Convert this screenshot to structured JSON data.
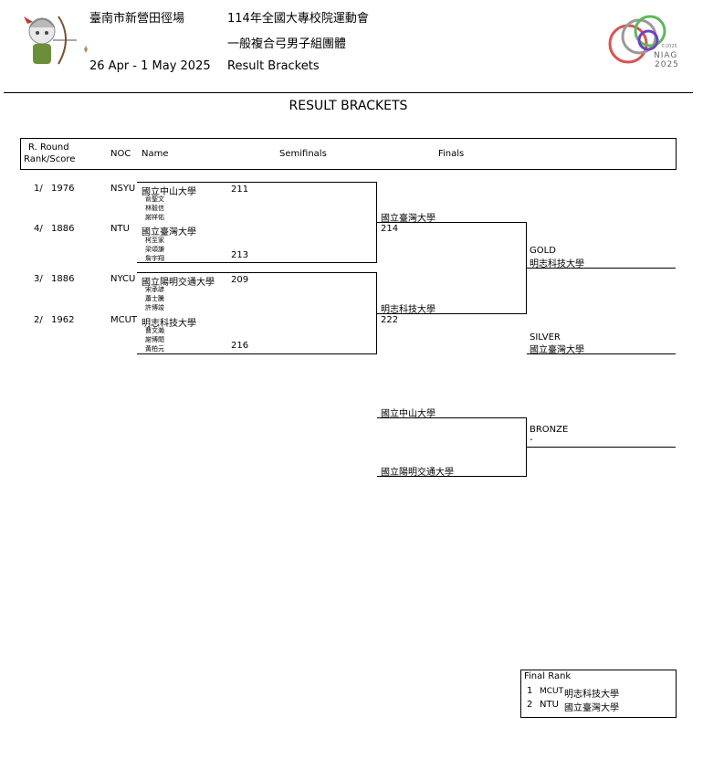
{
  "header": {
    "venue": "臺南市新營田徑場",
    "dates": "26 Apr - 1 May 2025",
    "event_title": "114年全國大專校院運動會",
    "event_sub": "一般複合弓男子組團體",
    "doc_type": "Result Brackets",
    "logo_small_text": "©2025",
    "logo_text": "NIAG",
    "logo_year": "2025"
  },
  "page_title": "RESULT BRACKETS",
  "columns": {
    "rank_line1": "R. Round",
    "rank_line2": "Rank/Score",
    "noc": "NOC",
    "name": "Name",
    "semis": "Semifinals",
    "finals": "Finals"
  },
  "seeds": [
    {
      "rank": "1/",
      "score": "1976",
      "noc": "NSYU",
      "team": "國立中山大學",
      "members": [
        "俞聖文",
        "林毅信",
        "謝祥佑"
      ],
      "semi_score": "211"
    },
    {
      "rank": "4/",
      "score": "1886",
      "noc": "NTU",
      "team": "國立臺灣大學",
      "members": [
        "柯至家",
        "梁頌謙",
        "詹宇翔"
      ],
      "semi_score": "213"
    },
    {
      "rank": "3/",
      "score": "1886",
      "noc": "NYCU",
      "team": "國立陽明交通大學",
      "members": [
        "宋承諺",
        "蕭士騰",
        "許博竣"
      ],
      "semi_score": "209"
    },
    {
      "rank": "2/",
      "score": "1962",
      "noc": "MCUT",
      "team": "明志科技大學",
      "members": [
        "曹文瀚",
        "謝博閎",
        "黃柏元"
      ],
      "semi_score": "216"
    }
  ],
  "finals": {
    "top_team": "國立臺灣大學",
    "top_score": "214",
    "bottom_team": "明志科技大學",
    "bottom_score": "222"
  },
  "medals": {
    "gold_label": "GOLD",
    "gold_team": "明志科技大學",
    "silver_label": "SILVER",
    "silver_team": "國立臺灣大學",
    "bronze_label": "BRONZE",
    "bronze_team": "-"
  },
  "bronze_match": {
    "top_team": "國立中山大學",
    "bottom_team": "國立陽明交通大學"
  },
  "final_rank": {
    "title": "Final Rank",
    "rows": [
      {
        "pos": "1",
        "noc": "MCUT",
        "team": "明志科技大學"
      },
      {
        "pos": "2",
        "noc": "NTU",
        "team": "國立臺灣大學"
      }
    ]
  }
}
